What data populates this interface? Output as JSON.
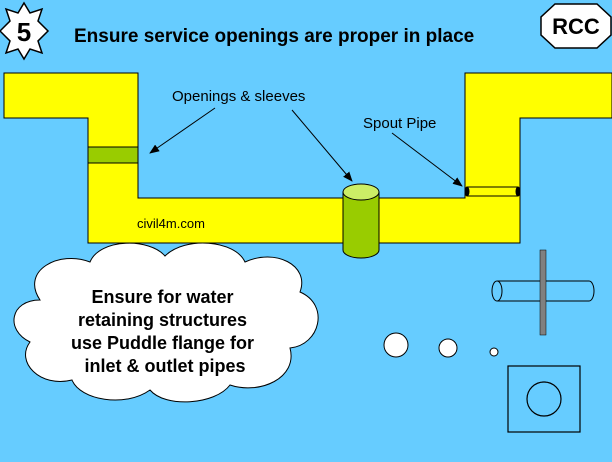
{
  "slide": {
    "step_number": "5",
    "title": "Ensure service openings are proper in place",
    "badge": "RCC"
  },
  "labels": {
    "openings": "Openings & sleeves",
    "spout": "Spout Pipe",
    "watermark": "civil4m.com"
  },
  "callout": {
    "lines": [
      "Ensure for water",
      "retaining structures",
      "use Puddle flange for",
      "inlet & outlet pipes"
    ]
  },
  "colors": {
    "background": "#66ccff",
    "concrete": "#ffff00",
    "sleeve": "#99cc00",
    "sleeve_top": "#ccee66",
    "cloud": "#ffffff"
  }
}
